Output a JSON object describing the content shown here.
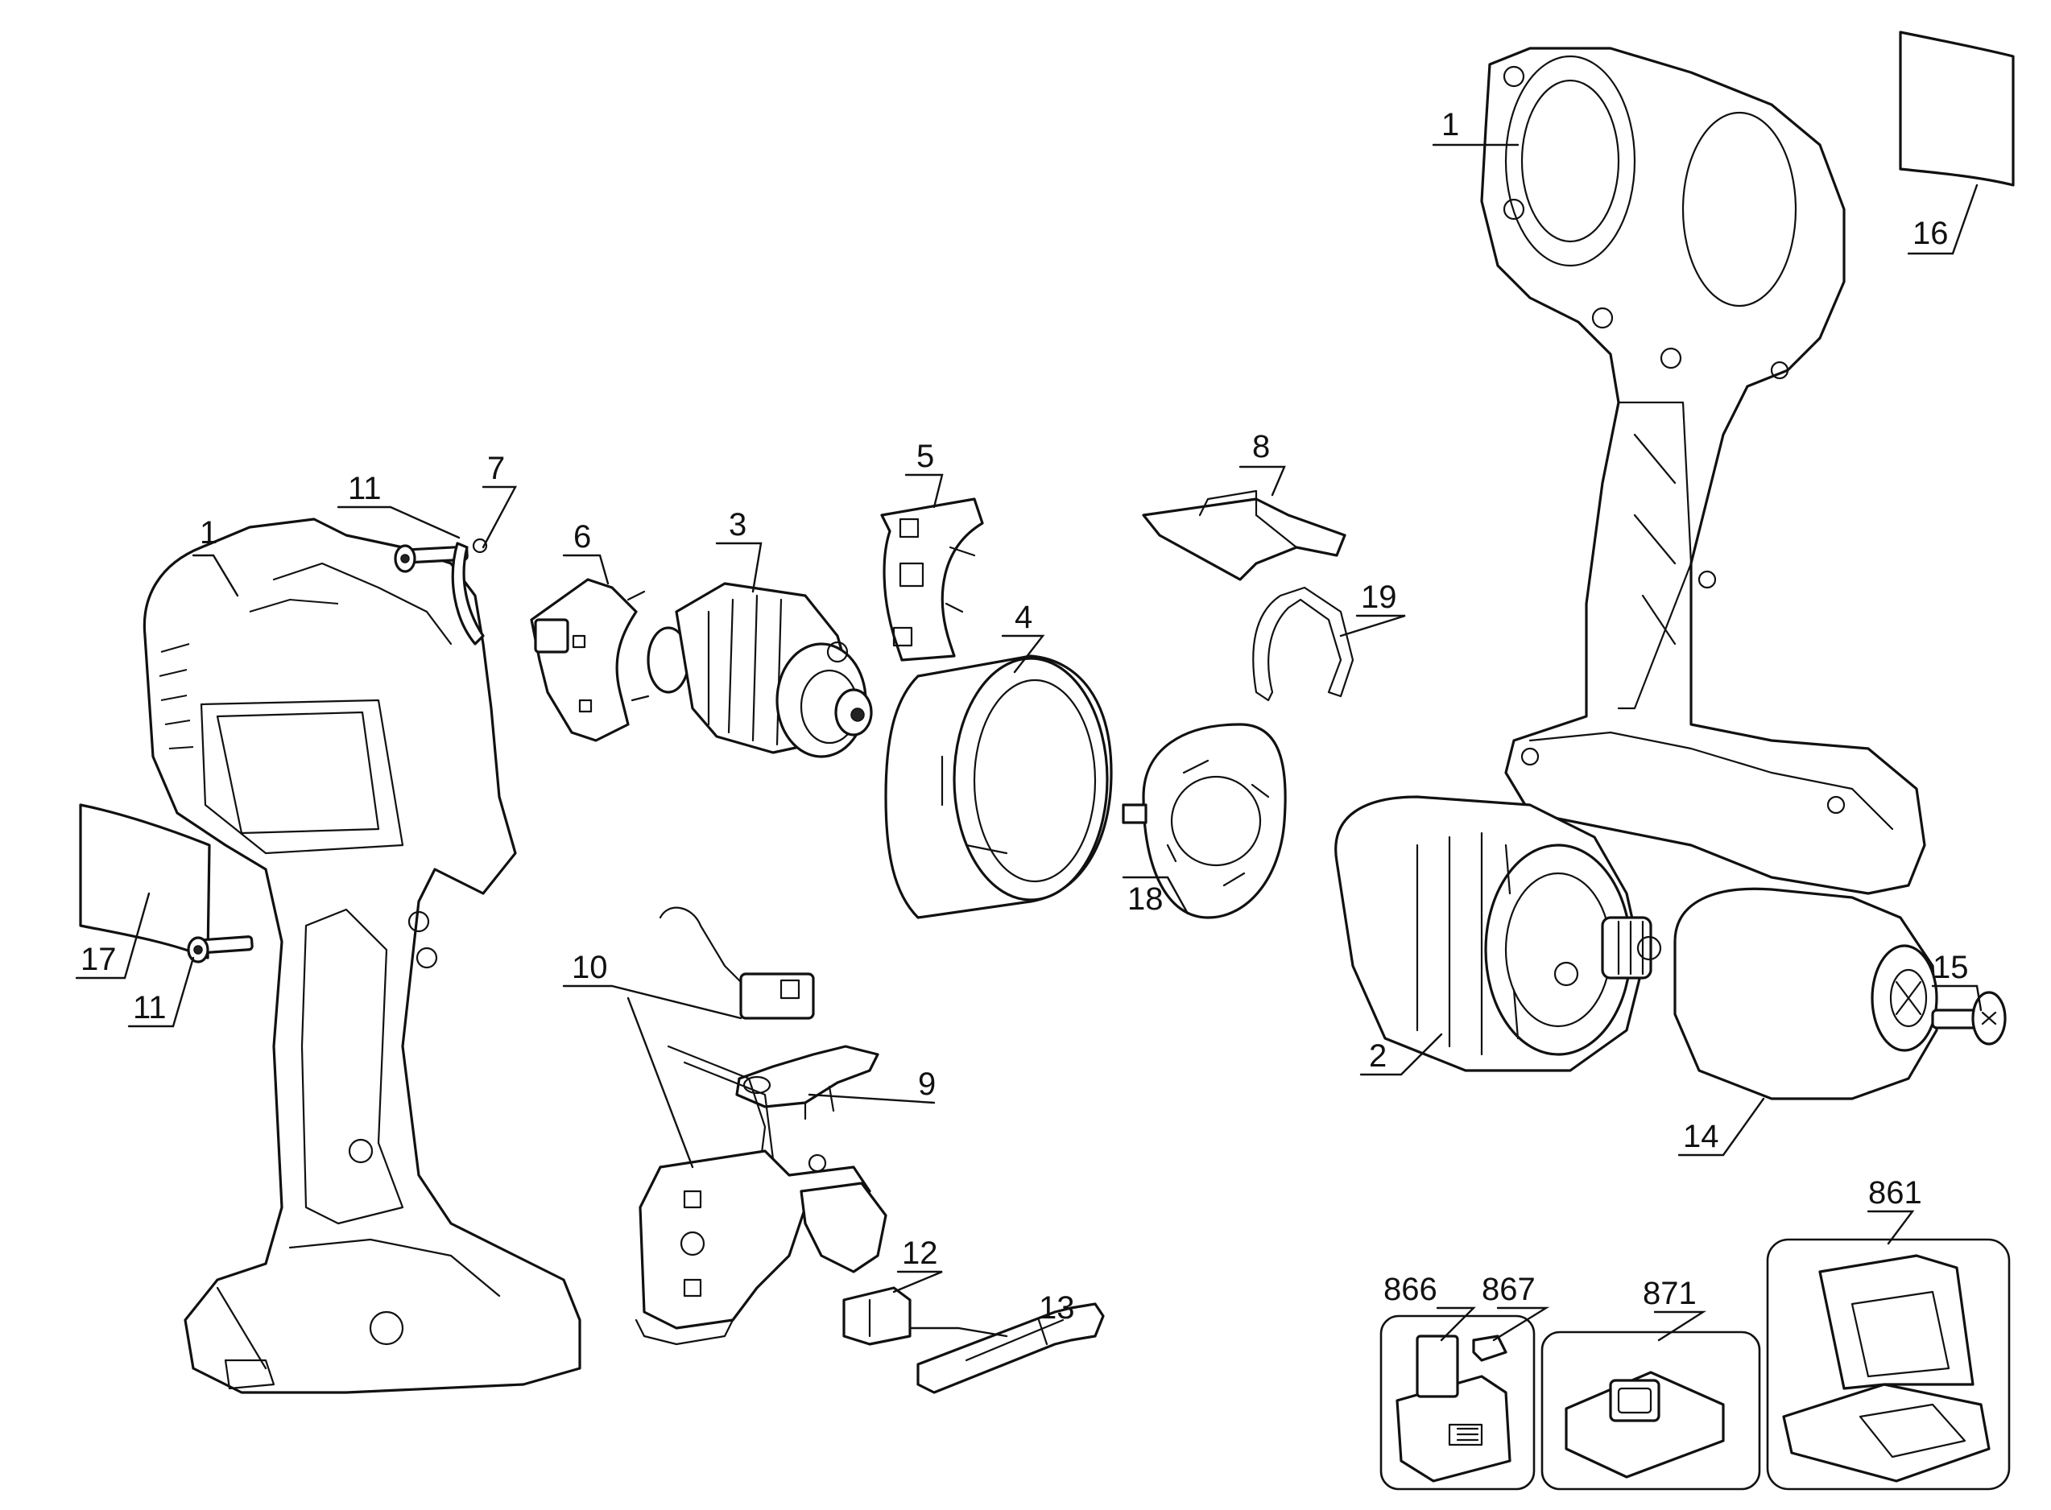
{
  "diagram": {
    "type": "exploded-parts-view",
    "colors": {
      "line": "#111111",
      "background": "#ffffff"
    },
    "callouts": {
      "p1_left": "1",
      "p1_right": "1",
      "p2": "2",
      "p3": "3",
      "p4": "4",
      "p5": "5",
      "p6": "6",
      "p7": "7",
      "p8": "8",
      "p9": "9",
      "p10": "10",
      "p11_top": "11",
      "p11_bottom": "11",
      "p12": "12",
      "p13": "13",
      "p14": "14",
      "p15": "15",
      "p16": "16",
      "p17": "17",
      "p18": "18",
      "p19": "19",
      "p861": "861",
      "p866": "866",
      "p867": "867",
      "p871": "871"
    }
  }
}
